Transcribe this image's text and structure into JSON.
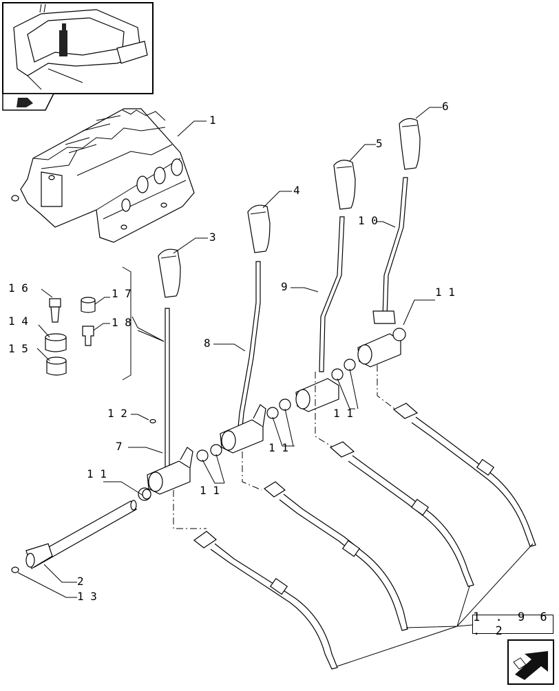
{
  "diagram": {
    "callouts": [
      "1",
      "2",
      "3",
      "4",
      "5",
      "6",
      "7",
      "8",
      "9",
      "1 0",
      "1 1",
      "1 2",
      "1 3",
      "1 4",
      "1 5",
      "1 6",
      "1 7",
      "1 8"
    ],
    "reference": "1 . 9 6 . 2"
  },
  "icons": {
    "thumbnail": "tractor-cab-thumbnail-icon",
    "thumbnail_tab": "page-tab-icon",
    "nav": "next-page-arrow-icon"
  }
}
